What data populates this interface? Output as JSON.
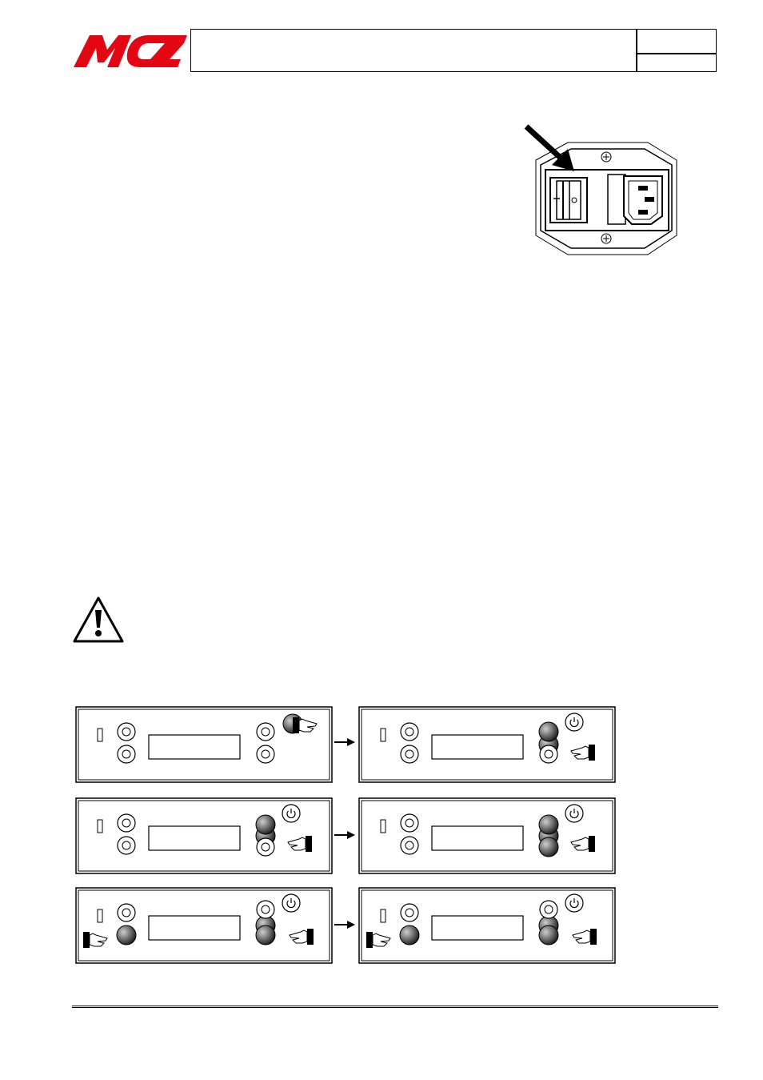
{
  "logo": {
    "text": "MCZ",
    "color": "#e30613"
  },
  "header": {
    "title": "",
    "code": "",
    "page": ""
  },
  "illustrations": {
    "power_switch": "power-switch-socket-illustration",
    "warning": "warning-triangle-icon"
  },
  "panels": [
    {
      "id": "step-1",
      "pressed": [
        "top-right"
      ]
    },
    {
      "id": "step-2",
      "pressed": [
        "bottom-right"
      ]
    },
    {
      "id": "step-3",
      "pressed": [
        "bottom-right"
      ]
    },
    {
      "id": "step-4",
      "pressed": [
        "bottom-right"
      ]
    },
    {
      "id": "step-5",
      "pressed": [
        "bottom-left",
        "bottom-right"
      ]
    },
    {
      "id": "step-6",
      "pressed": [
        "bottom-left",
        "bottom-right"
      ]
    }
  ]
}
